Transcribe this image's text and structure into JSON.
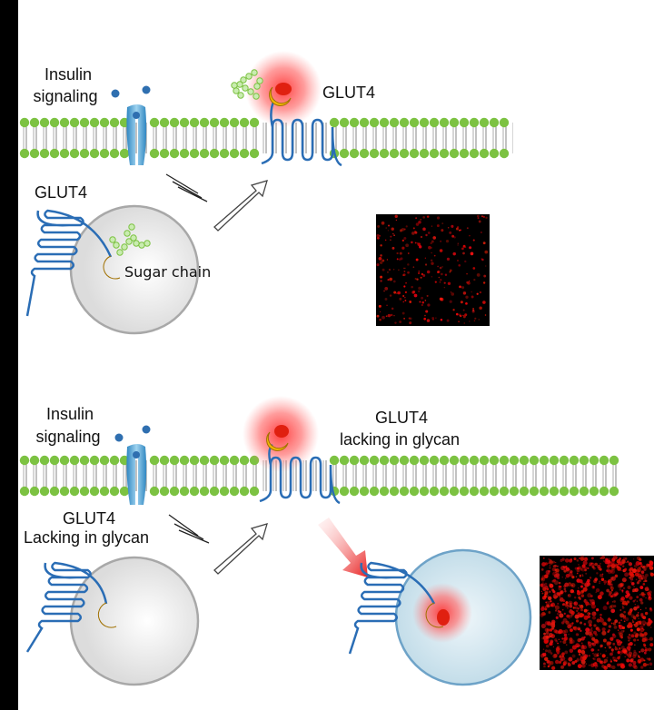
{
  "panel_top": {
    "insulin_label_line1": "Insulin",
    "insulin_label_line2": "signaling",
    "surface_glut4_label": "GLUT4",
    "vesicle_glut4_label": "GLUT4",
    "sugar_chain_label": "Sugar chain"
  },
  "panel_bottom": {
    "insulin_label_line1": "Insulin",
    "insulin_label_line2": "signaling",
    "surface_glut4_label_line1": "GLUT4",
    "surface_glut4_label_line2": "lacking in glycan",
    "vesicle_glut4_label_line1": "GLUT4",
    "vesicle_glut4_label_line2": "Lacking in glycan"
  },
  "colors": {
    "membrane_head": "#7cc242",
    "protein_line": "#2a6db5",
    "glow": "#ff4040",
    "sugar": "#f2b705",
    "vesicle": "#e6e6e6",
    "vesicle_blue": "#cfe4ee",
    "receptor": "#5aa9d6"
  }
}
